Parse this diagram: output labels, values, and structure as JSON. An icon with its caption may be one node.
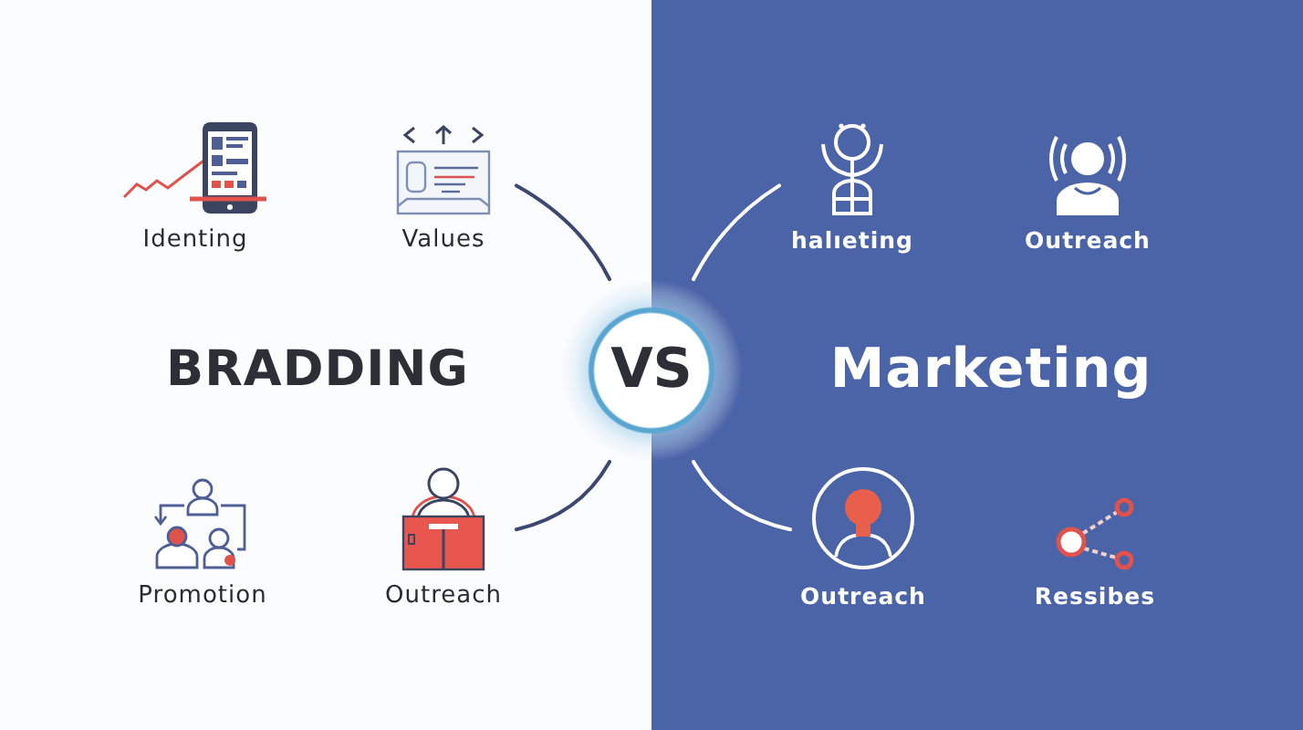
{
  "diagram": {
    "nodes": [
      {
        "text": [
          "BRADDING"
        ]
      },
      {
        "text": [
          "Identing"
        ],
        "in": 0
      },
      {
        "text": [
          "Values"
        ],
        "in": 0
      },
      {
        "text": [
          "Promotion"
        ],
        "in": 0
      },
      {
        "text": [
          "Outreach"
        ],
        "in": 0
      },
      {
        "text": [
          "VS"
        ]
      },
      {
        "text": [
          "Marketing"
        ]
      },
      {
        "text": [
          "halıeting"
        ],
        "in": 6
      },
      {
        "text": [
          "Outreach"
        ],
        "in": 6
      },
      {
        "text": [
          "Outreach"
        ],
        "in": 6
      },
      {
        "text": [
          "Ressibes"
        ],
        "in": 6
      }
    ],
    "edges": [
      {
        "from": 5,
        "to": 2,
        "arrow": "none"
      },
      {
        "from": 5,
        "to": 4,
        "arrow": "none"
      },
      {
        "from": 5,
        "to": 7,
        "arrow": "none",
        "color": "#ffffff"
      },
      {
        "from": 5,
        "to": 9,
        "arrow": "none",
        "color": "#ffffff"
      }
    ]
  }
}
